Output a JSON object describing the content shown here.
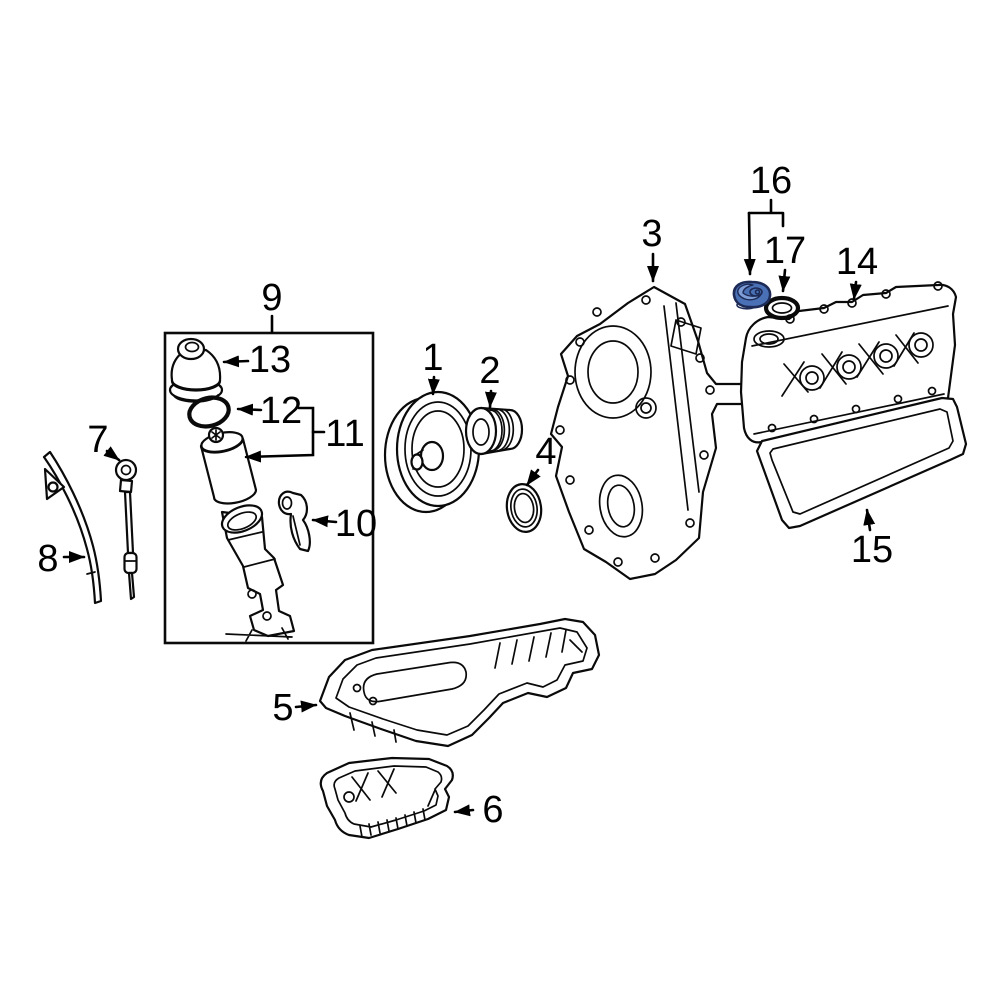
{
  "colors": {
    "background": "#ffffff",
    "line": "#0a0a0a",
    "highlight_fill": "#4a70b5",
    "highlight_stroke": "#1c2a55",
    "highlight_inner": "#7e9cd6"
  },
  "parts": [
    {
      "label": "1"
    },
    {
      "label": "2"
    },
    {
      "label": "3"
    },
    {
      "label": "4"
    },
    {
      "label": "5"
    },
    {
      "label": "6"
    },
    {
      "label": "7"
    },
    {
      "label": "8"
    },
    {
      "label": "9"
    },
    {
      "label": "10"
    },
    {
      "label": "11"
    },
    {
      "label": "12"
    },
    {
      "label": "13"
    },
    {
      "label": "14"
    },
    {
      "label": "15"
    },
    {
      "label": "16"
    },
    {
      "label": "17"
    }
  ]
}
